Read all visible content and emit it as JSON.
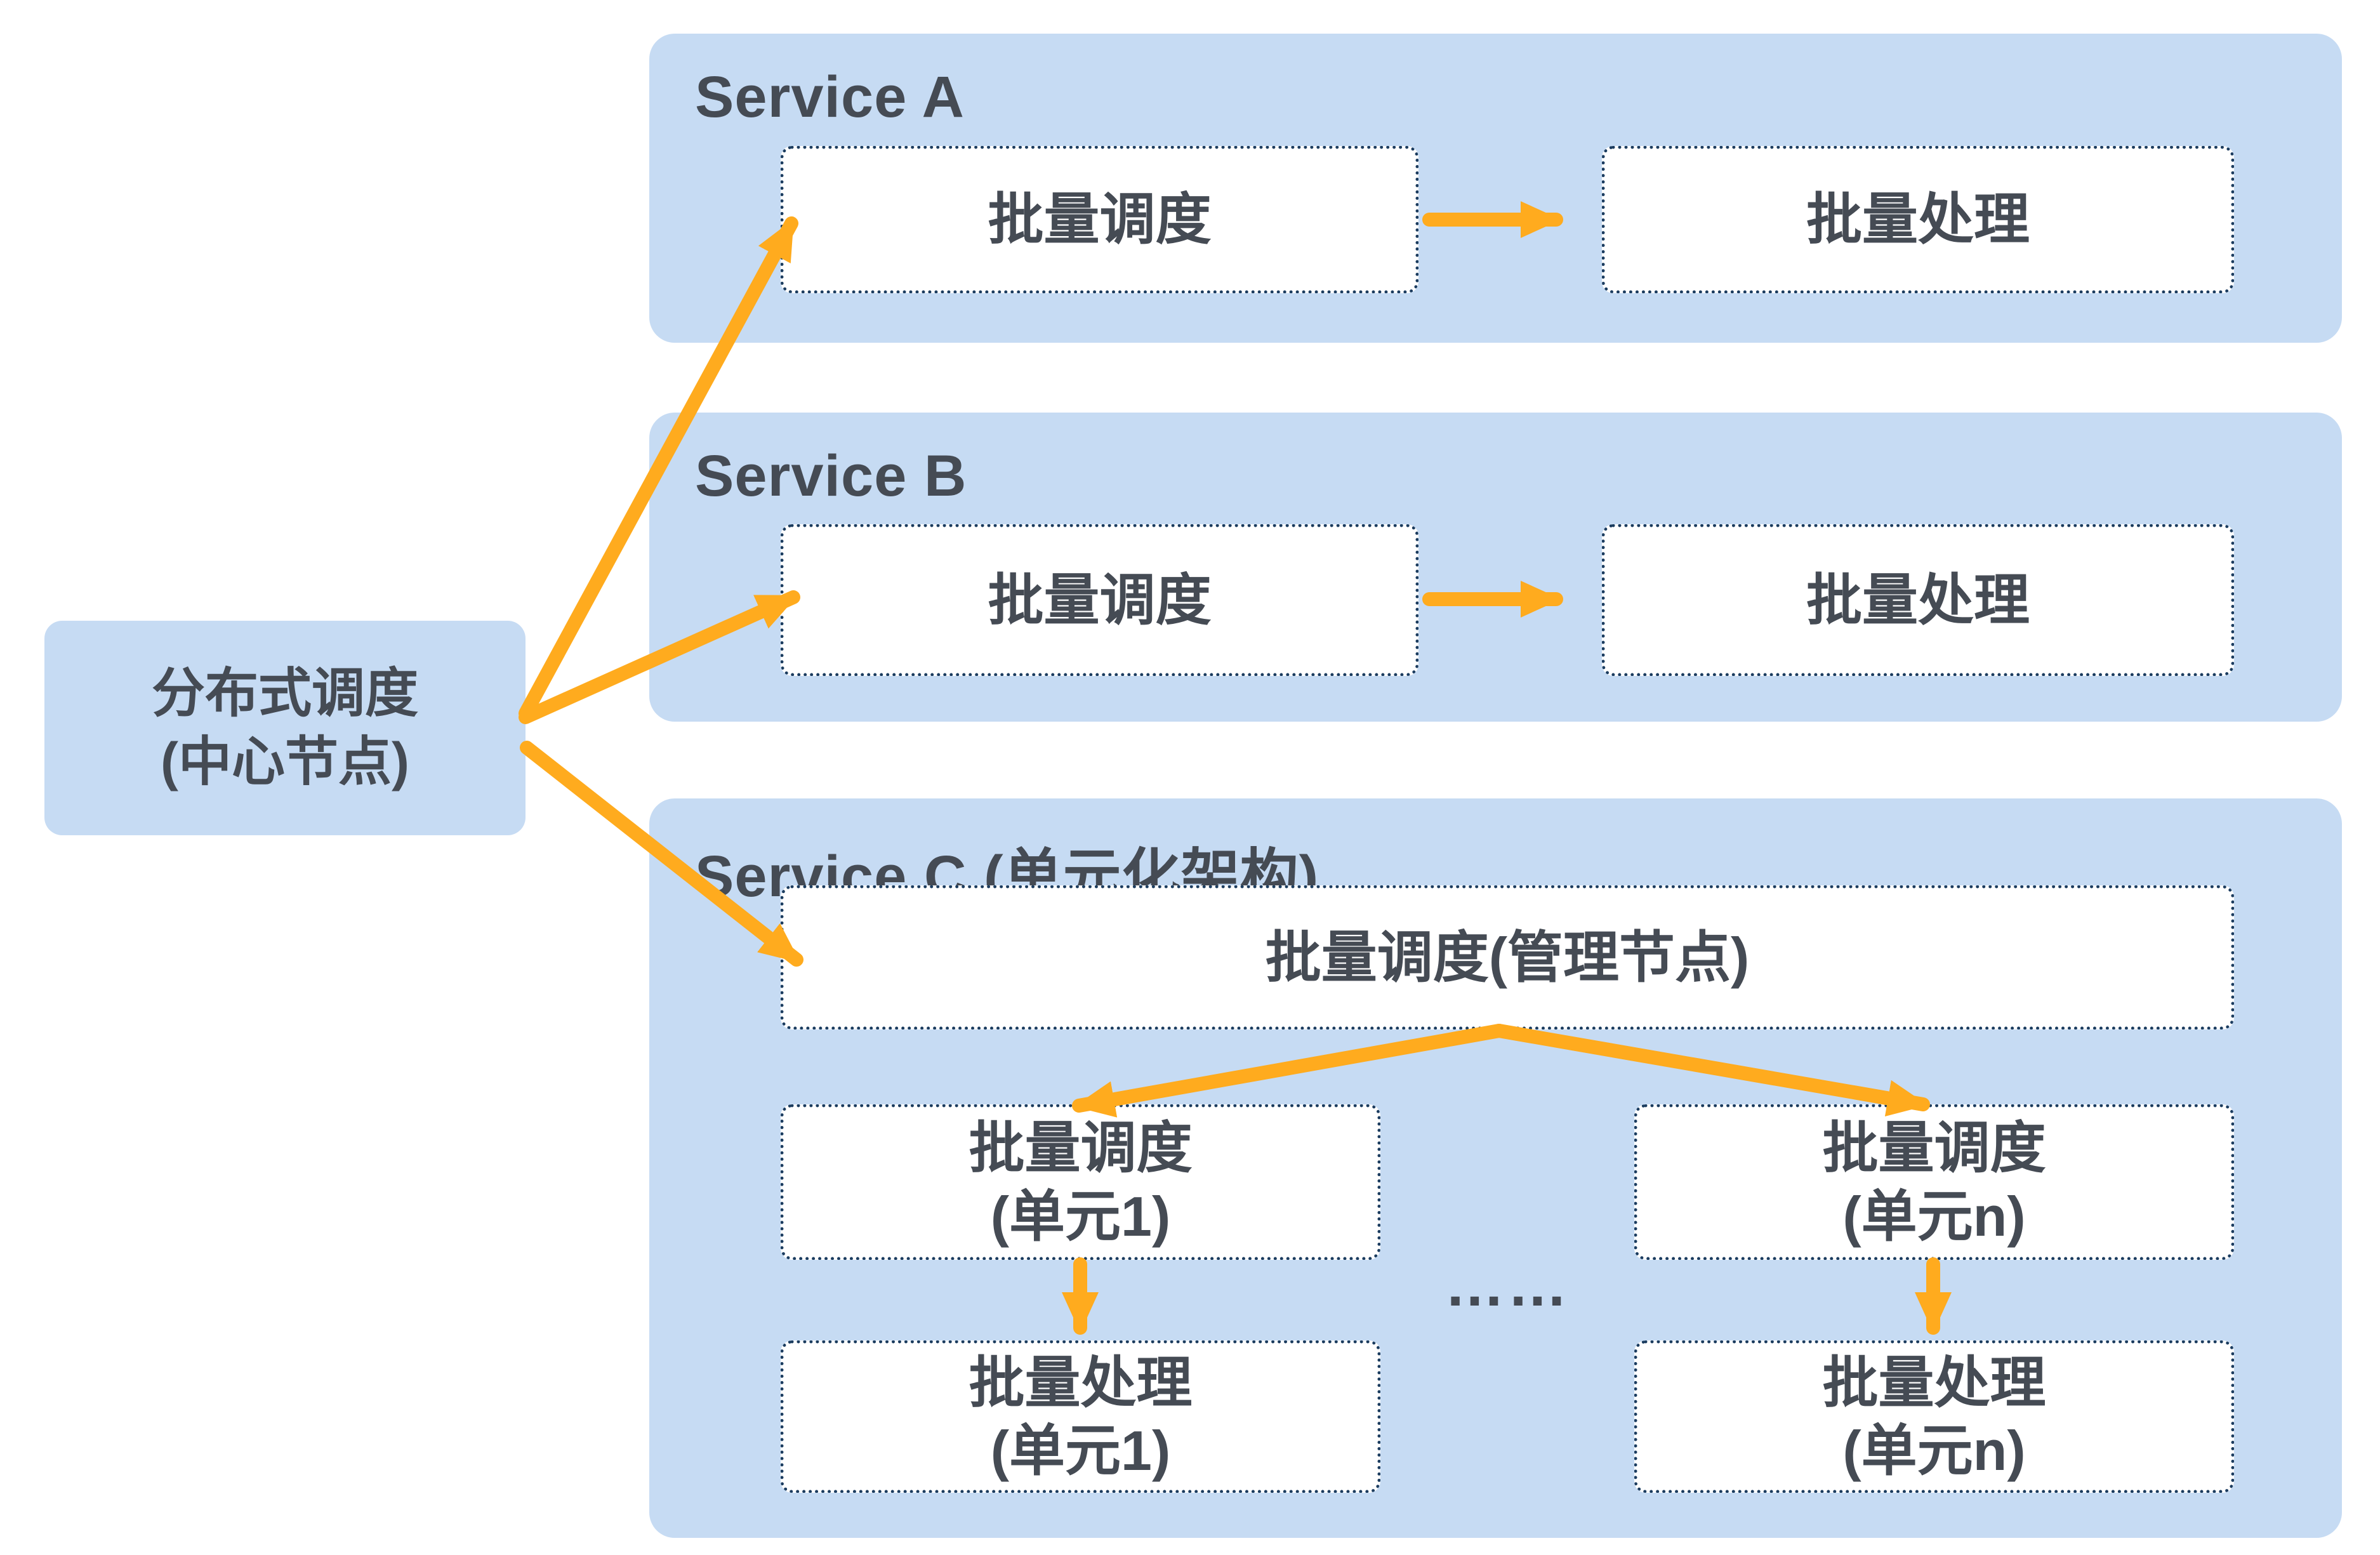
{
  "colors": {
    "panel-blue": "#C6DBF3",
    "border-navy": "#1B3C5F",
    "arrow-orange": "#FFAB1E",
    "ink": "#454B54",
    "box-bg": "#FFFFFF",
    "page-bg": "#FFFFFF"
  },
  "central_node": {
    "line1": "分布式调度",
    "line2": "(中心节点)"
  },
  "service_a": {
    "title": "Service A",
    "schedule_box": "批量调度",
    "process_box": "批量处理"
  },
  "service_b": {
    "title": "Service B",
    "schedule_box": "批量调度",
    "process_box": "批量处理"
  },
  "service_c": {
    "title": "Service C (单元化架构)",
    "manager_box": "批量调度(管理节点)",
    "unit1_schedule": {
      "line1": "批量调度",
      "line2": "(单元1)"
    },
    "unitn_schedule": {
      "line1": "批量调度",
      "line2": "(单元n)"
    },
    "unit1_process": {
      "line1": "批量处理",
      "line2": "(单元1)"
    },
    "unitn_process": {
      "line1": "批量处理",
      "line2": "(单元n)"
    },
    "ellipsis": "……"
  }
}
